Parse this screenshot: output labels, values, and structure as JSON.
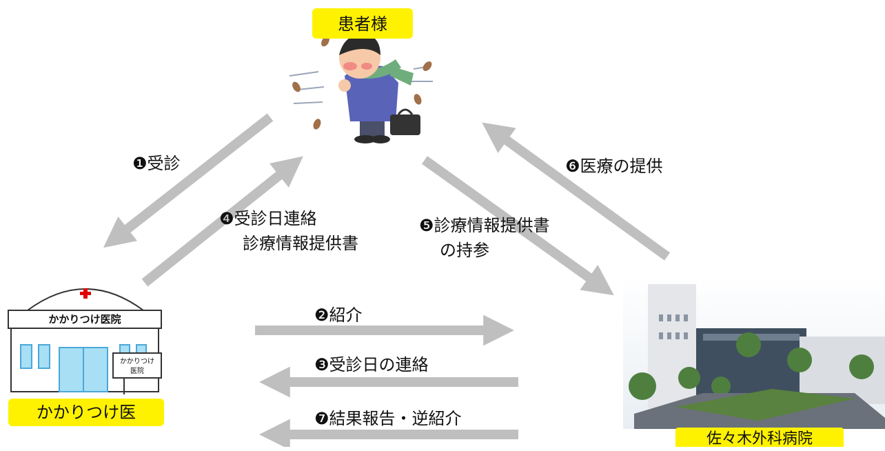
{
  "patient": {
    "label": "患者様"
  },
  "clinic": {
    "label": "かかりつけ医",
    "sign": "かかりつけ医院",
    "door_sign": [
      "かかりつけ",
      "医院"
    ]
  },
  "hospital": {
    "label": "佐々木外科病院"
  },
  "steps": {
    "s1": "❶受診",
    "s2": "❷紹介",
    "s3": "❸受診日の連絡",
    "s4_line1": "❹受診日連絡",
    "s4_line2": "診療情報提供書",
    "s5_line1": "❺診療情報提供書",
    "s5_line2": "の持参",
    "s6": "❻医療の提供",
    "s7": "❼結果報告・逆紹介"
  },
  "colors": {
    "highlight": "#fff200",
    "arrow": "#bfbfbf",
    "cross": "#e00000"
  }
}
